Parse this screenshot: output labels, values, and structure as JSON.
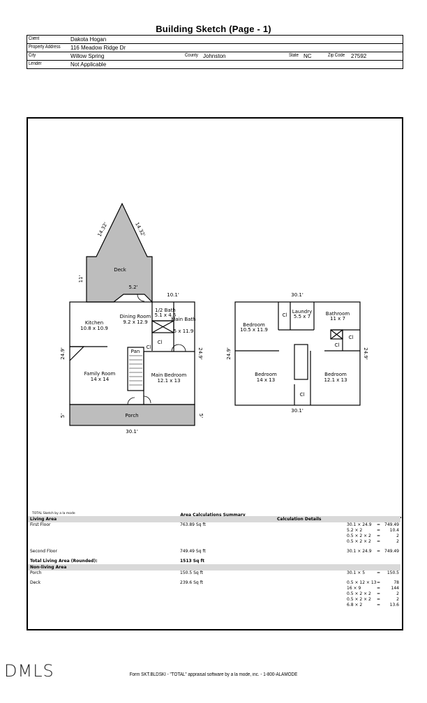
{
  "title": "Building Sketch (Page - 1)",
  "header": {
    "client_label": "Client",
    "client": "Dakota Hogan",
    "address_label": "Property Address",
    "address": "116 Meadow Ridge Dr",
    "city_label": "City",
    "city": "Willow Spring",
    "county_label": "County",
    "county": "Johnston",
    "state_label": "State",
    "state": "NC",
    "zip_label": "Zip Code",
    "zip": "27592",
    "lender_label": "Lender",
    "lender": "Not Applicable"
  },
  "sketch": {
    "first_floor": {
      "deck": "Deck",
      "deck_side1": "14.32'",
      "deck_side2": "14.32'",
      "deck_height": "11'",
      "deck_notch": "5.2'",
      "dim_101": "10.1'",
      "half_bath": "1/2 Bath",
      "half_bath_dim": "5.1 x 4.5",
      "dining": "Dining Room",
      "dining_dim": "9.2 x 12.9",
      "main_bath": "Main Bath",
      "main_bath_dim": "5 x 11.9",
      "kitchen": "Kitchen",
      "kitchen_dim": "10.8 x 10.9",
      "cl1": "Cl",
      "cl2": "Cl",
      "pan": "Pan",
      "family": "Family Room",
      "family_dim": "14 x 14",
      "main_bed": "Main Bedroom",
      "main_bed_dim": "12.1 x 13",
      "left_dim": "24.9'",
      "right_dim": "24.9'",
      "porch": "Porch",
      "porch_l": "5'",
      "porch_r": "5'",
      "bottom_dim": "30.1'"
    },
    "second_floor": {
      "top_dim": "30.1'",
      "bottom_dim": "30.1'",
      "left_dim": "24.9'",
      "right_dim": "24.9'",
      "bed1": "Bedroom",
      "bed1_dim": "10.5 x 11.9",
      "laundry": "Laundry",
      "laundry_dim": "5.5 x 7",
      "bath": "Bathroom",
      "bath_dim": "11 x 7",
      "bed2": "Bedroom",
      "bed2_dim": "14 x 13",
      "bed3": "Bedroom",
      "bed3_dim": "12.1 x 13",
      "cl1": "Cl",
      "cl2": "Cl",
      "cl3": "Cl",
      "cl4": "Cl"
    },
    "credit": "TOTAL Sketch by a la mode"
  },
  "summary": {
    "title": "Area Calculations Summary",
    "living_label": "Living Area",
    "details_label": "Calculation Details",
    "living": [
      {
        "name": "First Floor",
        "area": "763.89 Sq ft",
        "calcs": [
          [
            "30.1 × 24.9",
            "=",
            "749.49"
          ],
          [
            "5.2 × 2",
            "=",
            "10.4"
          ],
          [
            "0.5 × 2 × 2",
            "=",
            "2"
          ],
          [
            "0.5 × 2 × 2",
            "=",
            "2"
          ]
        ]
      },
      {
        "name": "Second Floor",
        "area": "749.49 Sq ft",
        "calcs": [
          [
            "30.1 × 24.9",
            "=",
            "749.49"
          ]
        ]
      }
    ],
    "total_label": "Total Living Area (Rounded):",
    "total": "1513 Sq ft",
    "nonliving_label": "Non-living Area",
    "nonliving": [
      {
        "name": "Porch",
        "area": "150.5 Sq ft",
        "calcs": [
          [
            "30.1 × 5",
            "=",
            "150.5"
          ]
        ]
      },
      {
        "name": "Deck",
        "area": "239.6 Sq ft",
        "calcs": [
          [
            "0.5 × 12 × 13",
            "=",
            "78"
          ],
          [
            "16 × 9",
            "=",
            "144"
          ],
          [
            "0.5 × 2 × 2",
            "=",
            "2"
          ],
          [
            "0.5 × 2 × 2",
            "=",
            "2"
          ],
          [
            "6.8 × 2",
            "=",
            "13.6"
          ]
        ]
      }
    ]
  },
  "logo": "DMLS",
  "footer": "Form SKT.BLDSKI - \"TOTAL\" appraisal software by a la mode, inc. - 1-800-ALAMODE",
  "colors": {
    "fill": "#bdbdbd",
    "band": "#d9d9d9"
  }
}
